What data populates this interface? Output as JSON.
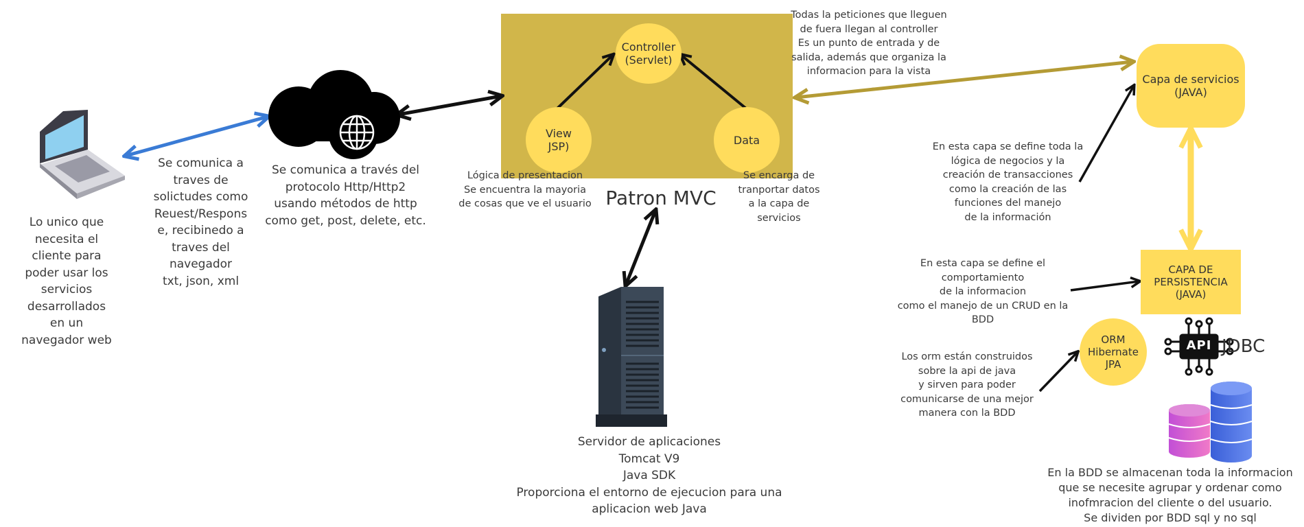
{
  "colors": {
    "mvc_box": "#D1B64A",
    "yellow": "#FFDC5C",
    "olive_arrow": "#B49B35",
    "blue_arrow": "#3A7BD5",
    "black": "#111111",
    "text": "#3a3a3a"
  },
  "mvc": {
    "title": "Patron MVC",
    "controller": "Controller\n(Servlet)",
    "view": "View\nJSP)",
    "data": "Data"
  },
  "laptop_caption": "Lo unico que\nnecesita el\ncliente para\npoder usar los\nservicios\ndesarrollados\nen un\nnavegador web",
  "client_link_caption": "Se comunica a\ntraves de\nsolictudes como\nReuest/Respons\ne, recibinedo a\ntraves del\nnavegador\ntxt, json, xml",
  "cloud_caption": "Se comunica a través del\nprotocolo Http/Http2\nusando métodos de http\ncomo get, post, delete, etc.",
  "view_caption": "Lógica de presentacion\nSe encuentra la mayoria\nde cosas que ve el usuario",
  "data_caption": "Se encarga de\ntranportar datos\na la capa de\nservicios",
  "controller_caption": "Todas la peticiones que lleguen\nde fuera llegan al controller\nEs un punto de entrada y de\nsalida, además que organiza la\ninformacion para la vista",
  "server_caption": "Servidor de aplicaciones\nTomcat V9\nJava SDK\nProporciona el entorno de ejecucion para una\naplicacion web Java",
  "services": {
    "label": "Capa de servicios\n(JAVA)",
    "caption": "En esta capa se define toda la\nlógica de negocios y la\ncreación de transacciones\ncomo la creación de las\nfunciones del manejo\nde la información"
  },
  "persistence": {
    "label": "CAPA DE\nPERSISTENCIA\n(JAVA)",
    "caption": "En esta capa se define el\ncomportamiento\nde la informacion\ncomo el manejo de un CRUD en la\nBDD"
  },
  "orm": {
    "label": "ORM\nHibernate\nJPA",
    "caption": "Los orm están construidos\nsobre la api de java\ny sirven para poder\ncomunicarse de una mejor\nmanera con la BDD"
  },
  "jdbc": {
    "label": "JDBC",
    "icon_text": "API"
  },
  "database_caption": "En la BDD se almacenan toda la informacion\nque se necesite agrupar y ordenar como\ninofmracion del cliente o del usuario.\nSe dividen por BDD sql y no sql"
}
